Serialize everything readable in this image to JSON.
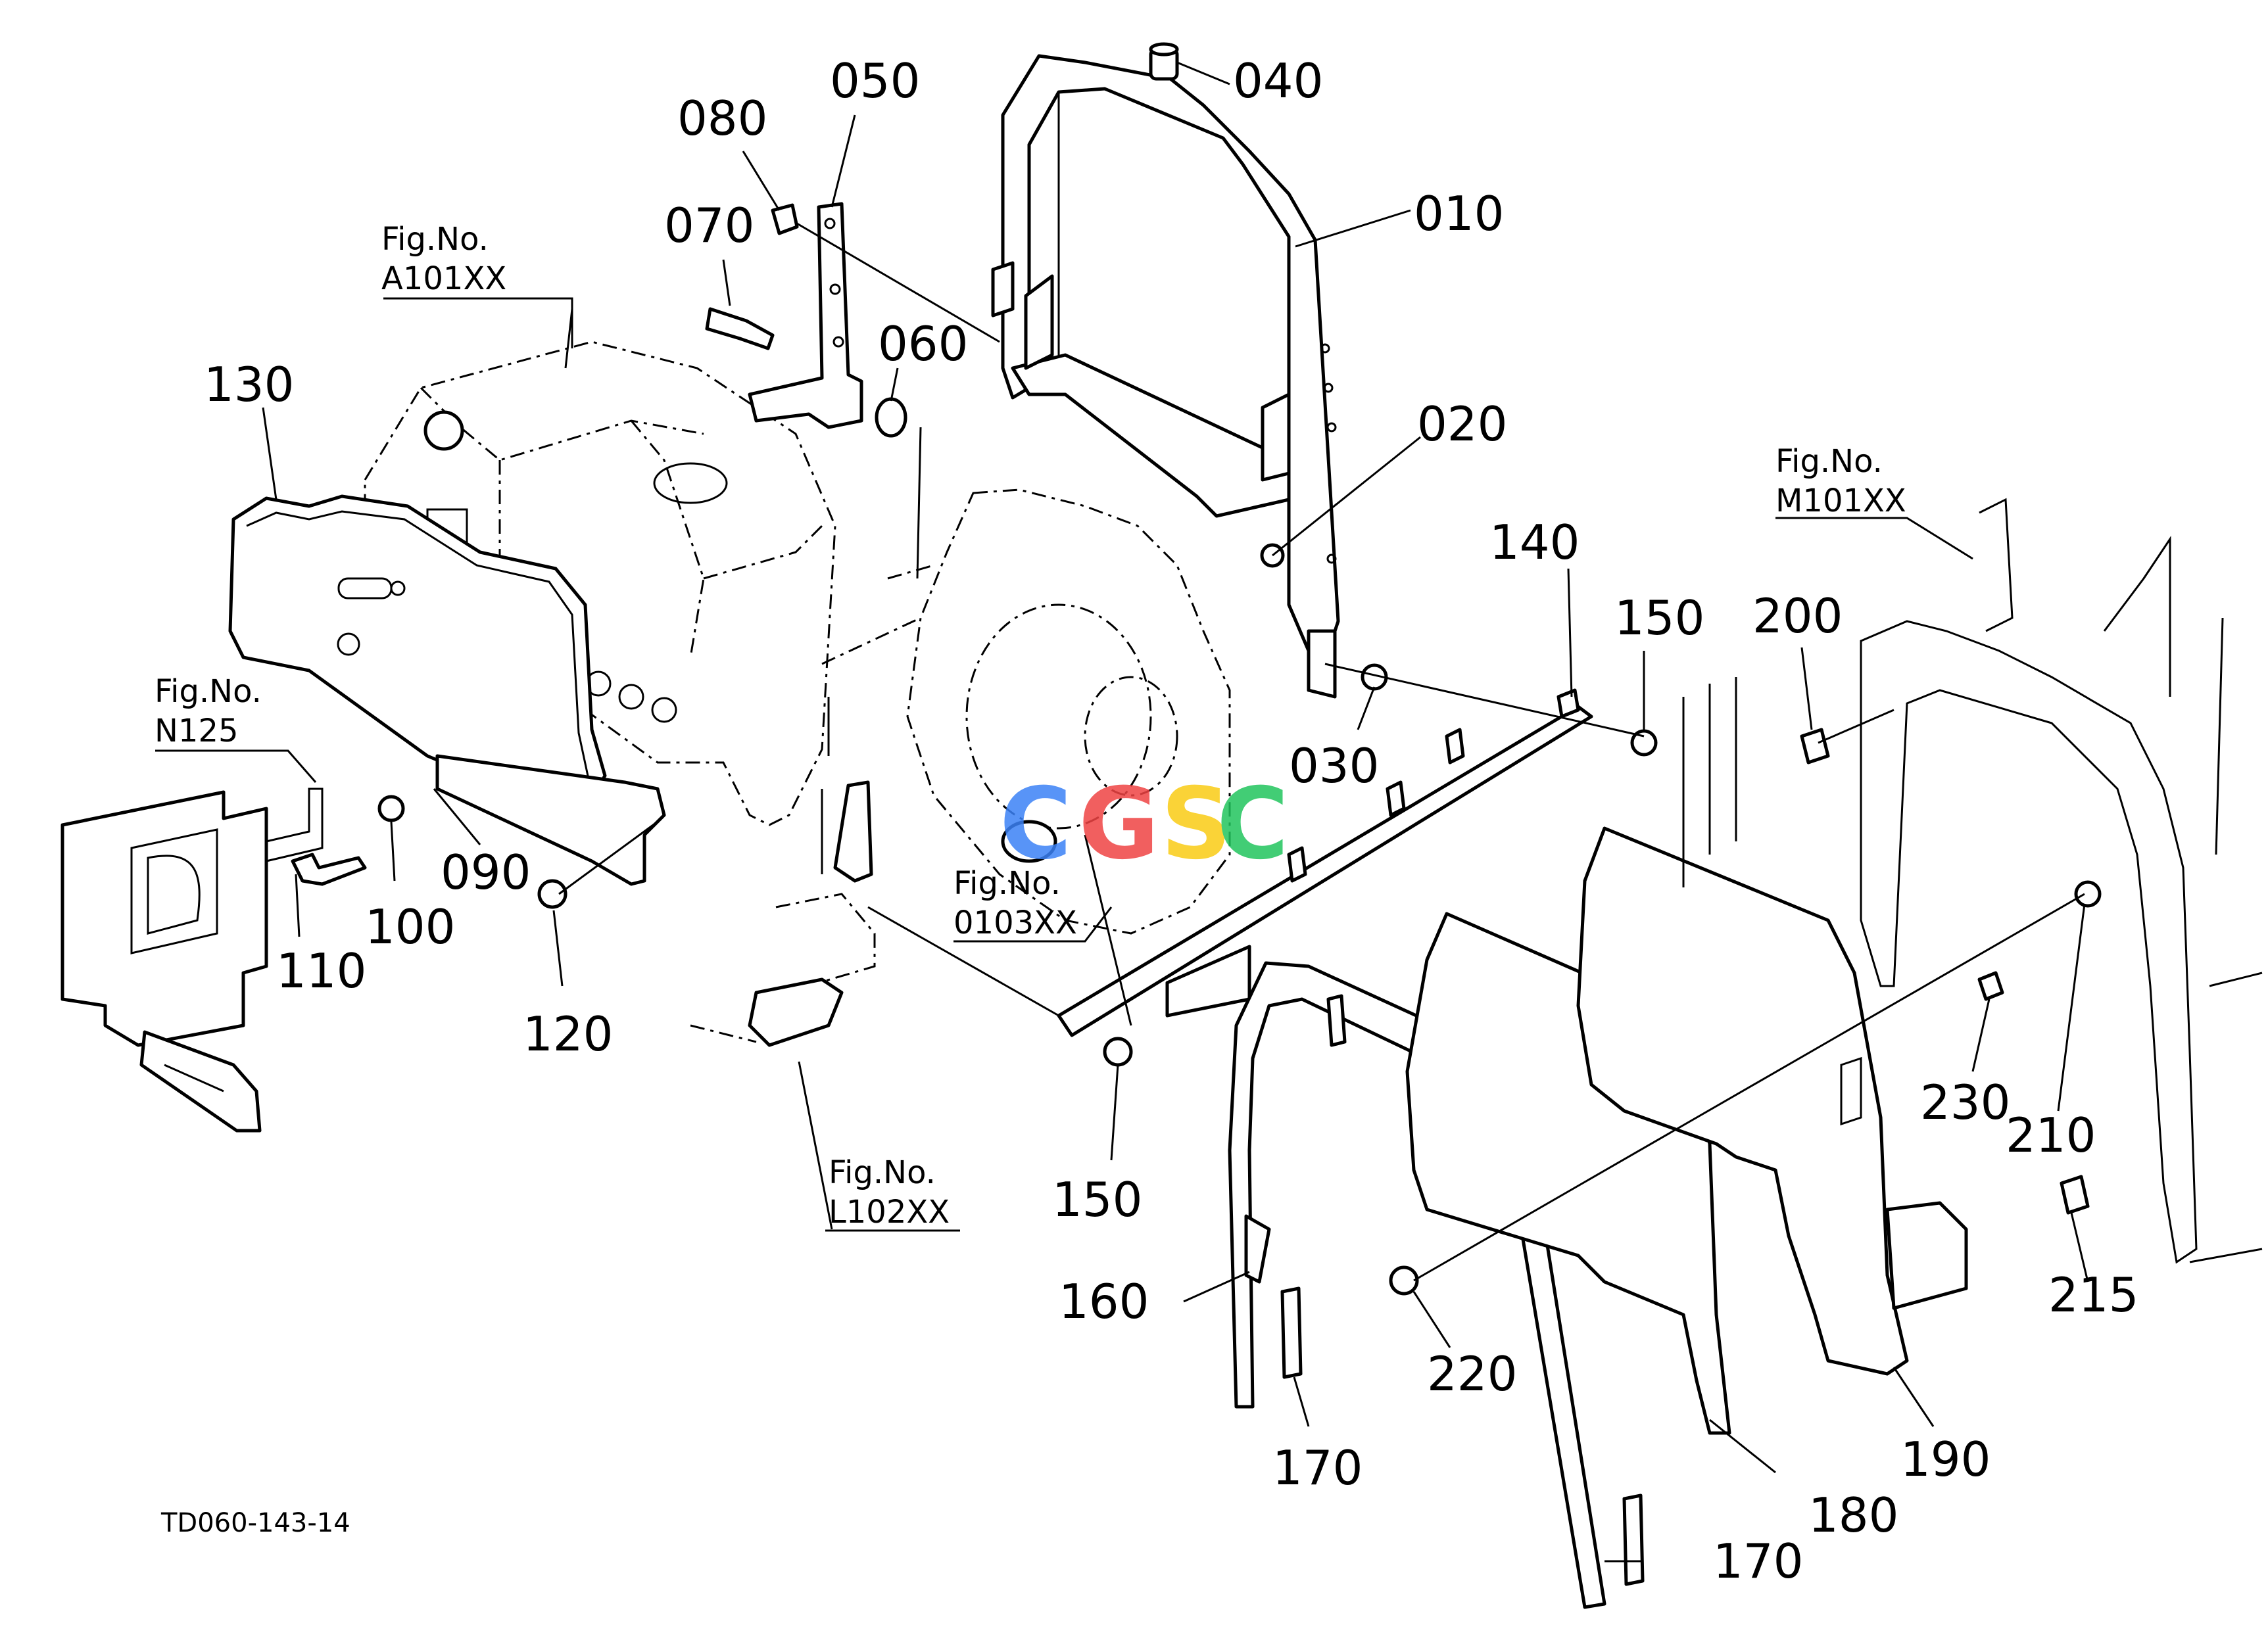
{
  "drawing_code": "TD060-143-14",
  "watermark": {
    "letters": [
      "C",
      "G",
      "S",
      "C"
    ],
    "colors": [
      "#3b82f6",
      "#ef4444",
      "#facc15",
      "#22c55e"
    ]
  },
  "part_labels": [
    "010",
    "020",
    "030",
    "040",
    "050",
    "060",
    "070",
    "080",
    "090",
    "100",
    "110",
    "120",
    "130",
    "140",
    "150",
    "150",
    "160",
    "170",
    "170",
    "180",
    "190",
    "200",
    "210",
    "215",
    "220",
    "230"
  ],
  "figure_refs": [
    {
      "line1": "Fig.No.",
      "line2": "A101XX"
    },
    {
      "line1": "Fig.No.",
      "line2": "N125"
    },
    {
      "line1": "Fig.No.",
      "line2": "0103XX"
    },
    {
      "line1": "Fig.No.",
      "line2": "L102XX"
    },
    {
      "line1": "Fig.No.",
      "line2": "M101XX"
    }
  ]
}
